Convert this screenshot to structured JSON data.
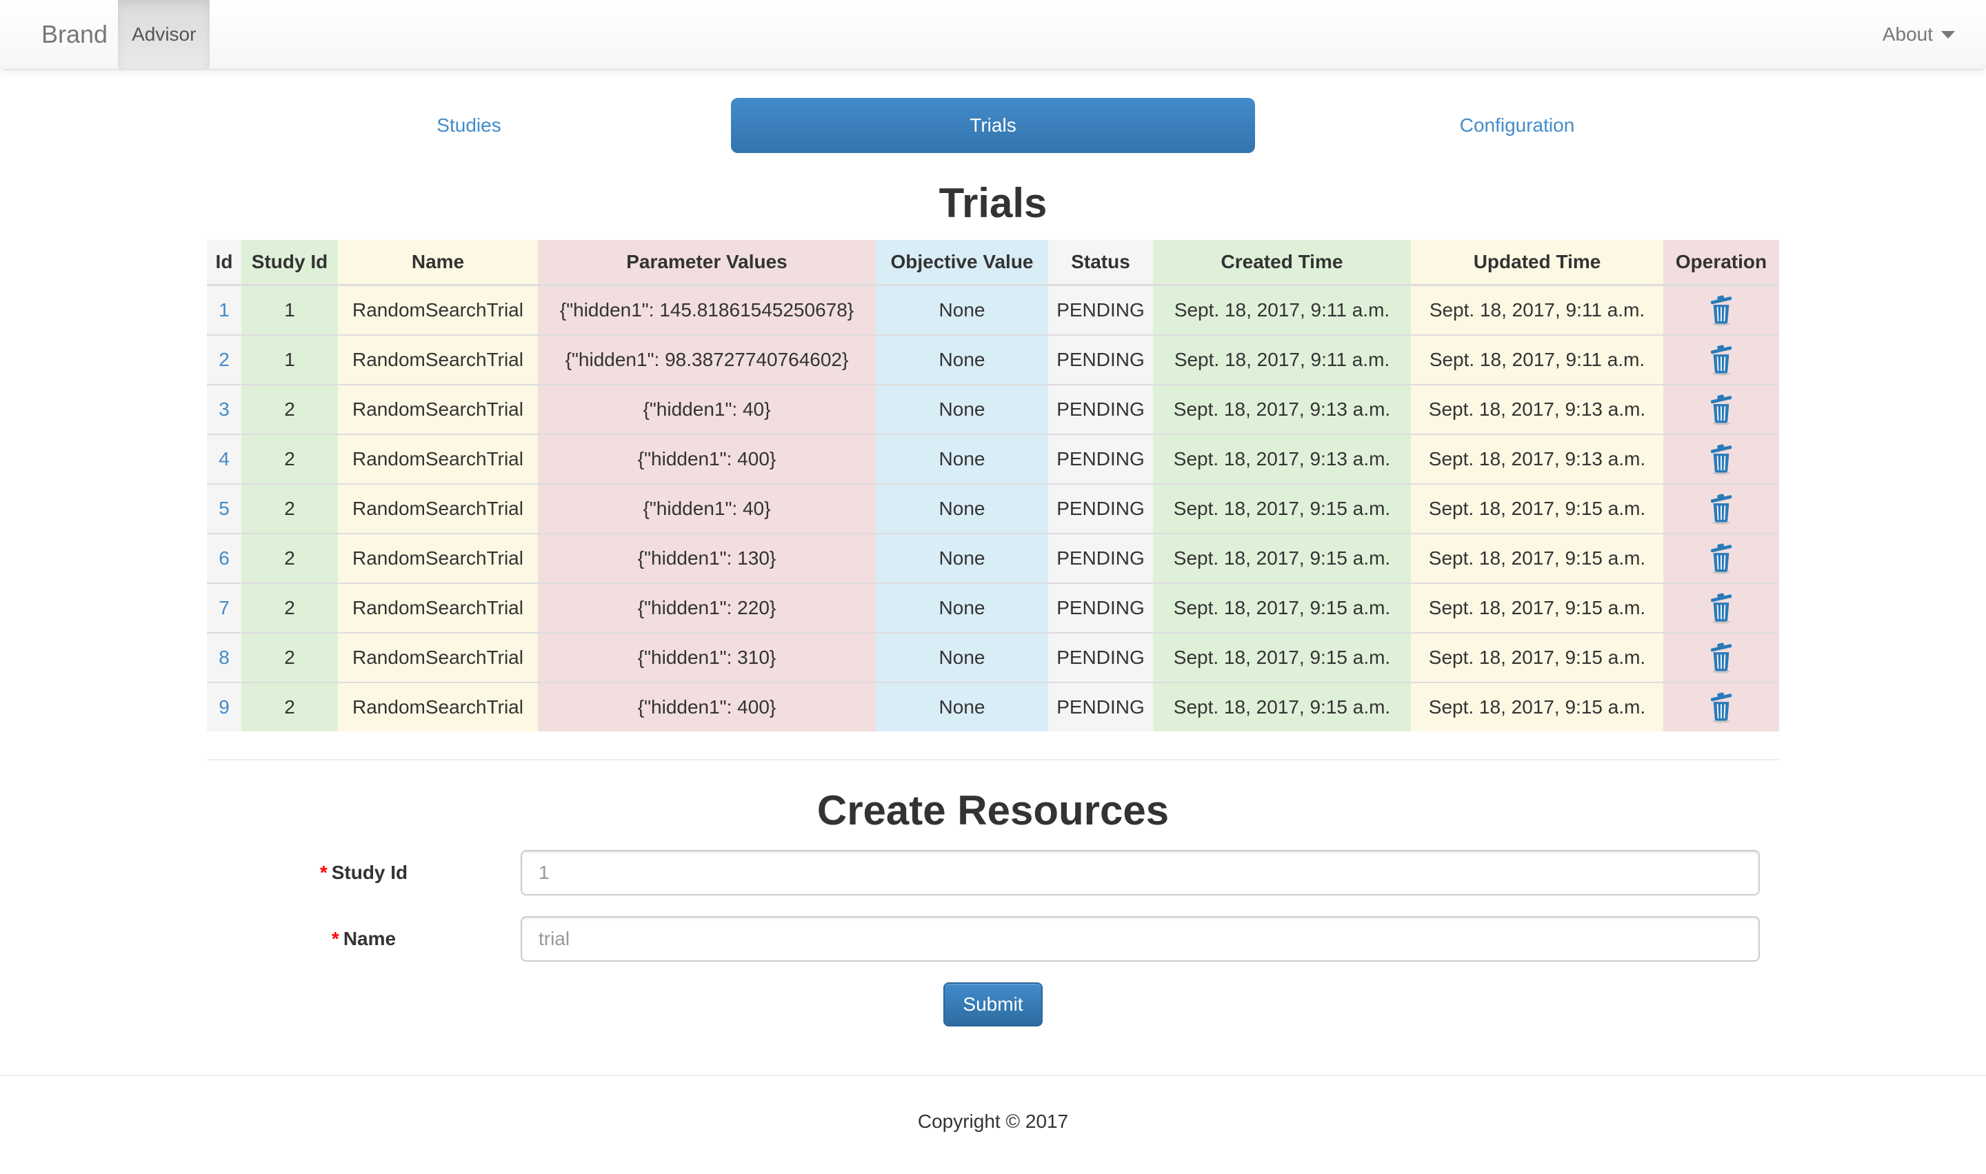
{
  "navbar": {
    "brand": "Brand",
    "advisor_label": "Advisor",
    "about_label": "About"
  },
  "tabs": [
    {
      "label": "Studies",
      "active": false
    },
    {
      "label": "Trials",
      "active": true
    },
    {
      "label": "Configuration",
      "active": false
    }
  ],
  "page": {
    "title": "Trials"
  },
  "table": {
    "columns": [
      "Id",
      "Study Id",
      "Name",
      "Parameter Values",
      "Objective Value",
      "Status",
      "Created Time",
      "Updated Time",
      "Operation"
    ],
    "column_classes": [
      "active",
      "success",
      "warning",
      "danger",
      "info",
      "active",
      "success",
      "warning",
      "danger"
    ],
    "operation_icon": "trash-icon",
    "rows": [
      [
        "1",
        "1",
        "RandomSearchTrial",
        "{\"hidden1\": 145.81861545250678}",
        "None",
        "PENDING",
        "Sept. 18, 2017, 9:11 a.m.",
        "Sept. 18, 2017, 9:11 a.m."
      ],
      [
        "2",
        "1",
        "RandomSearchTrial",
        "{\"hidden1\": 98.38727740764602}",
        "None",
        "PENDING",
        "Sept. 18, 2017, 9:11 a.m.",
        "Sept. 18, 2017, 9:11 a.m."
      ],
      [
        "3",
        "2",
        "RandomSearchTrial",
        "{\"hidden1\": 40}",
        "None",
        "PENDING",
        "Sept. 18, 2017, 9:13 a.m.",
        "Sept. 18, 2017, 9:13 a.m."
      ],
      [
        "4",
        "2",
        "RandomSearchTrial",
        "{\"hidden1\": 400}",
        "None",
        "PENDING",
        "Sept. 18, 2017, 9:13 a.m.",
        "Sept. 18, 2017, 9:13 a.m."
      ],
      [
        "5",
        "2",
        "RandomSearchTrial",
        "{\"hidden1\": 40}",
        "None",
        "PENDING",
        "Sept. 18, 2017, 9:15 a.m.",
        "Sept. 18, 2017, 9:15 a.m."
      ],
      [
        "6",
        "2",
        "RandomSearchTrial",
        "{\"hidden1\": 130}",
        "None",
        "PENDING",
        "Sept. 18, 2017, 9:15 a.m.",
        "Sept. 18, 2017, 9:15 a.m."
      ],
      [
        "7",
        "2",
        "RandomSearchTrial",
        "{\"hidden1\": 220}",
        "None",
        "PENDING",
        "Sept. 18, 2017, 9:15 a.m.",
        "Sept. 18, 2017, 9:15 a.m."
      ],
      [
        "8",
        "2",
        "RandomSearchTrial",
        "{\"hidden1\": 310}",
        "None",
        "PENDING",
        "Sept. 18, 2017, 9:15 a.m.",
        "Sept. 18, 2017, 9:15 a.m."
      ],
      [
        "9",
        "2",
        "RandomSearchTrial",
        "{\"hidden1\": 400}",
        "None",
        "PENDING",
        "Sept. 18, 2017, 9:15 a.m.",
        "Sept. 18, 2017, 9:15 a.m."
      ]
    ]
  },
  "create": {
    "title": "Create Resources",
    "required_marker": "*",
    "fields": [
      {
        "label": "Study Id",
        "required": true,
        "placeholder": "1"
      },
      {
        "label": "Name",
        "required": true,
        "placeholder": "trial"
      }
    ],
    "submit_label": "Submit"
  },
  "footer": {
    "copyright": "Copyright © 2017"
  },
  "colors": {
    "accent": "#428bca",
    "active_bg": "#f5f5f5",
    "success_bg": "#dff0d8",
    "warning_bg": "#fcf8e3",
    "danger_bg": "#f2dede",
    "info_bg": "#d9edf7",
    "trash_icon": "#2a7ab9"
  }
}
